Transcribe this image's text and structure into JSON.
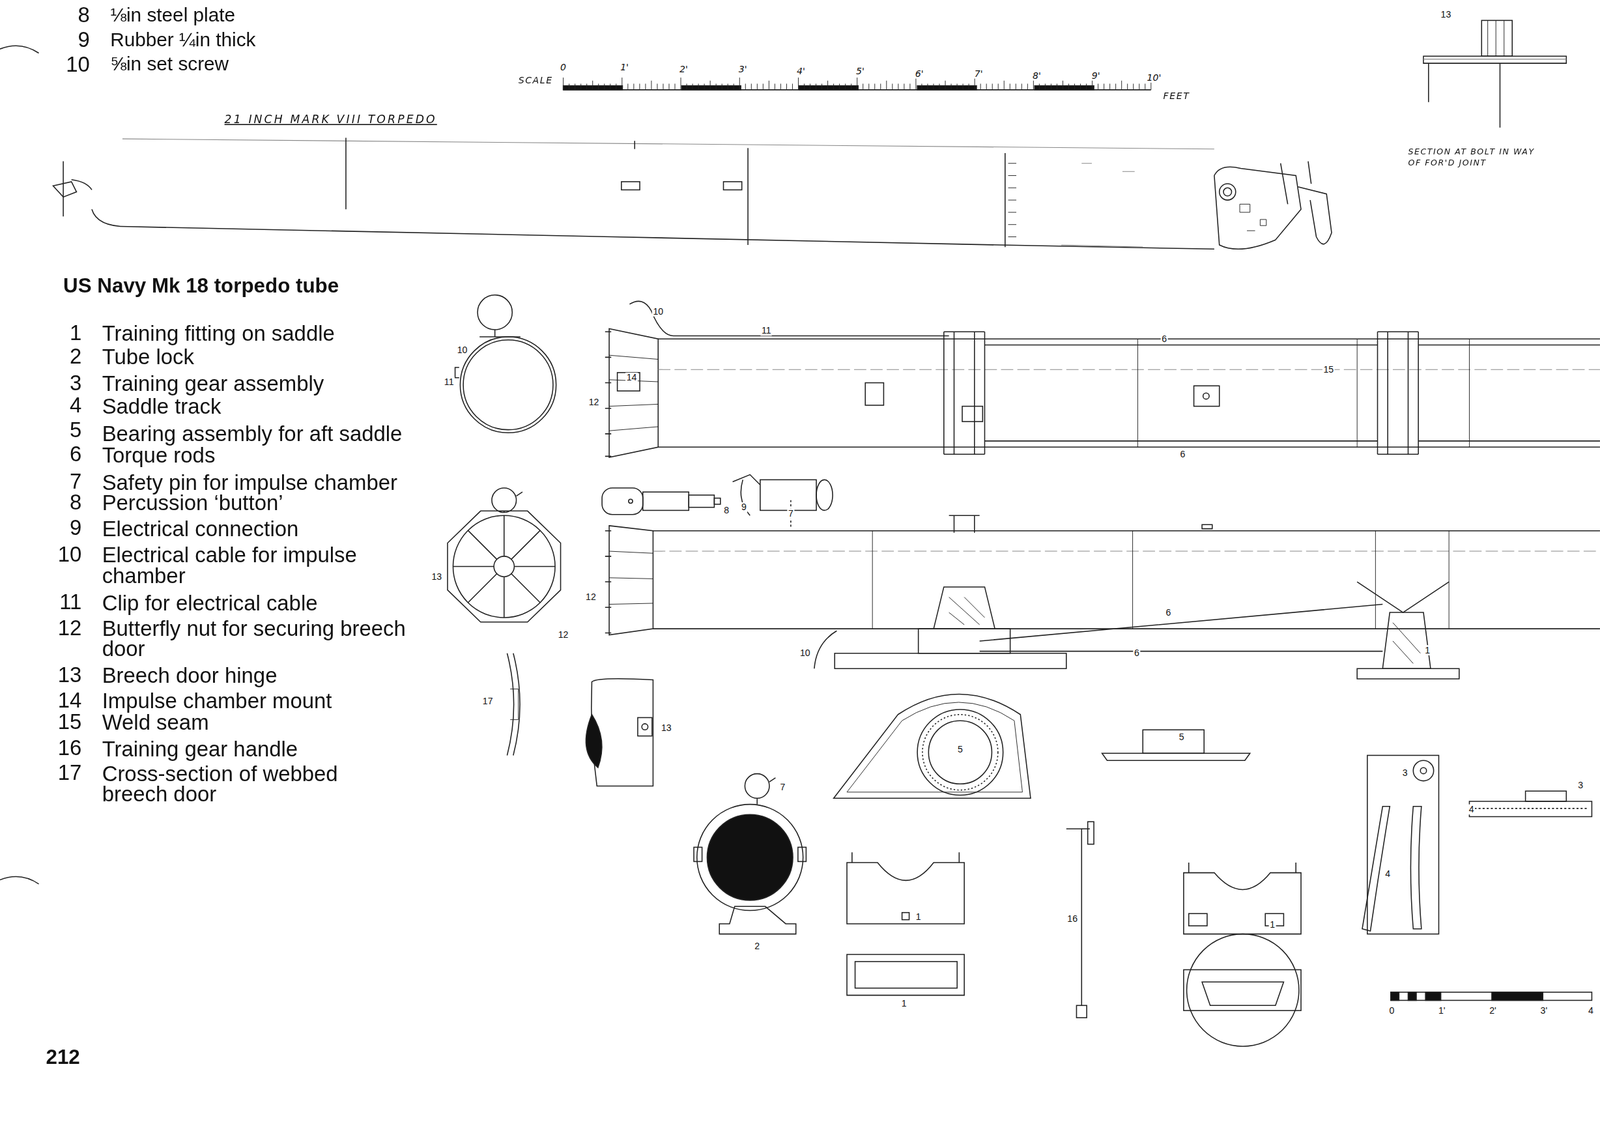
{
  "diagram": {
    "title": "US Navy Mk 18 torpedo tube",
    "labels": [
      "8",
      "⅛in steel plate",
      "9",
      "Rubber ¼in thick",
      "10",
      "⅝in set screw",
      "SCALE",
      "0",
      "1'",
      "2'",
      "3'",
      "4'",
      "5'",
      "6'",
      "7'",
      "8'",
      "9'",
      "10'",
      "FEET",
      "21 INCH MARK VIII TORPEDO",
      "13",
      "SECTION AT BOLT IN WAY OF FOR'D JOINT",
      "1",
      "Training fitting on saddle",
      "2",
      "Tube lock",
      "3",
      "Training gear assembly",
      "4",
      "Saddle track",
      "5",
      "Bearing assembly for aft saddle",
      "6",
      "Torque rods",
      "7",
      "Safety pin for impulse chamber",
      "8",
      "Percussion ‘button’",
      "9",
      "Electrical connection",
      "10",
      "Electrical cable for impulse chamber",
      "11",
      "Clip for electrical cable",
      "12",
      "Butterfly nut for securing breech door",
      "13",
      "Breech door hinge",
      "14",
      "Impulse chamber mount",
      "15",
      "Weld seam",
      "16",
      "Training gear handle",
      "17",
      "Cross-section of webbed breech door",
      "10",
      "10",
      "11",
      "11",
      "14",
      "12",
      "6",
      "15",
      "6",
      "13",
      "12",
      "9",
      "7",
      "8",
      "12",
      "10",
      "6",
      "6",
      "1",
      "17",
      "13",
      "5",
      "5",
      "7",
      "2",
      "1",
      "1",
      "1",
      "16",
      "3",
      "4",
      "4",
      "3",
      "0",
      "1'",
      "2'",
      "3'",
      "4",
      "212"
    ]
  }
}
